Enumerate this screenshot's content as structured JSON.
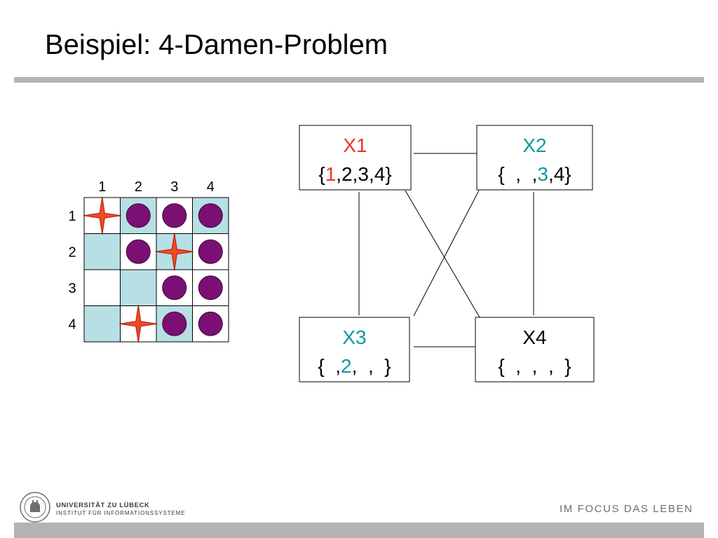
{
  "slide": {
    "title": "Beispiel: 4-Damen-Problem"
  },
  "colors": {
    "red": "#e8391d",
    "teal": "#0b9aa0",
    "queen_fill": "#ef4a24",
    "queen_stroke": "#b01c10",
    "dot_fill": "#7c0f73",
    "cell_light": "#ffffff",
    "cell_shaded": "#b7e0e4",
    "rule_gray": "#b3b3b3"
  },
  "board": {
    "col_labels": [
      "1",
      "2",
      "3",
      "4"
    ],
    "row_labels": [
      "1",
      "2",
      "3",
      "4"
    ],
    "shading": [
      [
        0,
        1,
        0,
        1
      ],
      [
        1,
        0,
        1,
        0
      ],
      [
        0,
        1,
        0,
        0
      ],
      [
        1,
        0,
        1,
        0
      ]
    ],
    "pieces": [
      [
        "queen",
        "dot",
        "dot",
        "dot"
      ],
      [
        "",
        "dot",
        "queen",
        "dot"
      ],
      [
        "",
        "",
        "dot",
        "dot"
      ],
      [
        "",
        "queen",
        "dot",
        "dot"
      ]
    ]
  },
  "graph": {
    "nodes": [
      {
        "id": "X1",
        "label": "X1",
        "label_color": "red",
        "domain": [
          {
            "t": "{",
            "c": ""
          },
          {
            "t": "1",
            "c": "red"
          },
          {
            "t": ",2,3,4}",
            "c": ""
          }
        ]
      },
      {
        "id": "X2",
        "label": "X2",
        "label_color": "teal",
        "domain": [
          {
            "t": "{  ,  ,",
            "c": ""
          },
          {
            "t": "3",
            "c": "teal"
          },
          {
            "t": ",4}",
            "c": ""
          }
        ]
      },
      {
        "id": "X3",
        "label": "X3",
        "label_color": "teal",
        "domain": [
          {
            "t": "{  ,",
            "c": ""
          },
          {
            "t": "2",
            "c": "teal"
          },
          {
            "t": ",  ,  }",
            "c": ""
          }
        ]
      },
      {
        "id": "X4",
        "label": "X4",
        "label_color": "",
        "domain": [
          {
            "t": "{  ,  ,  ,  }",
            "c": ""
          }
        ]
      }
    ],
    "edges": [
      [
        "X1",
        "X2"
      ],
      [
        "X1",
        "X3"
      ],
      [
        "X1",
        "X4"
      ],
      [
        "X2",
        "X3"
      ],
      [
        "X2",
        "X4"
      ],
      [
        "X3",
        "X4"
      ]
    ]
  },
  "footer": {
    "university": "UNIVERSITÄT ZU LÜBECK",
    "institute": "INSTITUT FÜR INFORMATIONSSYSTEME",
    "slogan": "IM FOCUS DAS LEBEN"
  }
}
